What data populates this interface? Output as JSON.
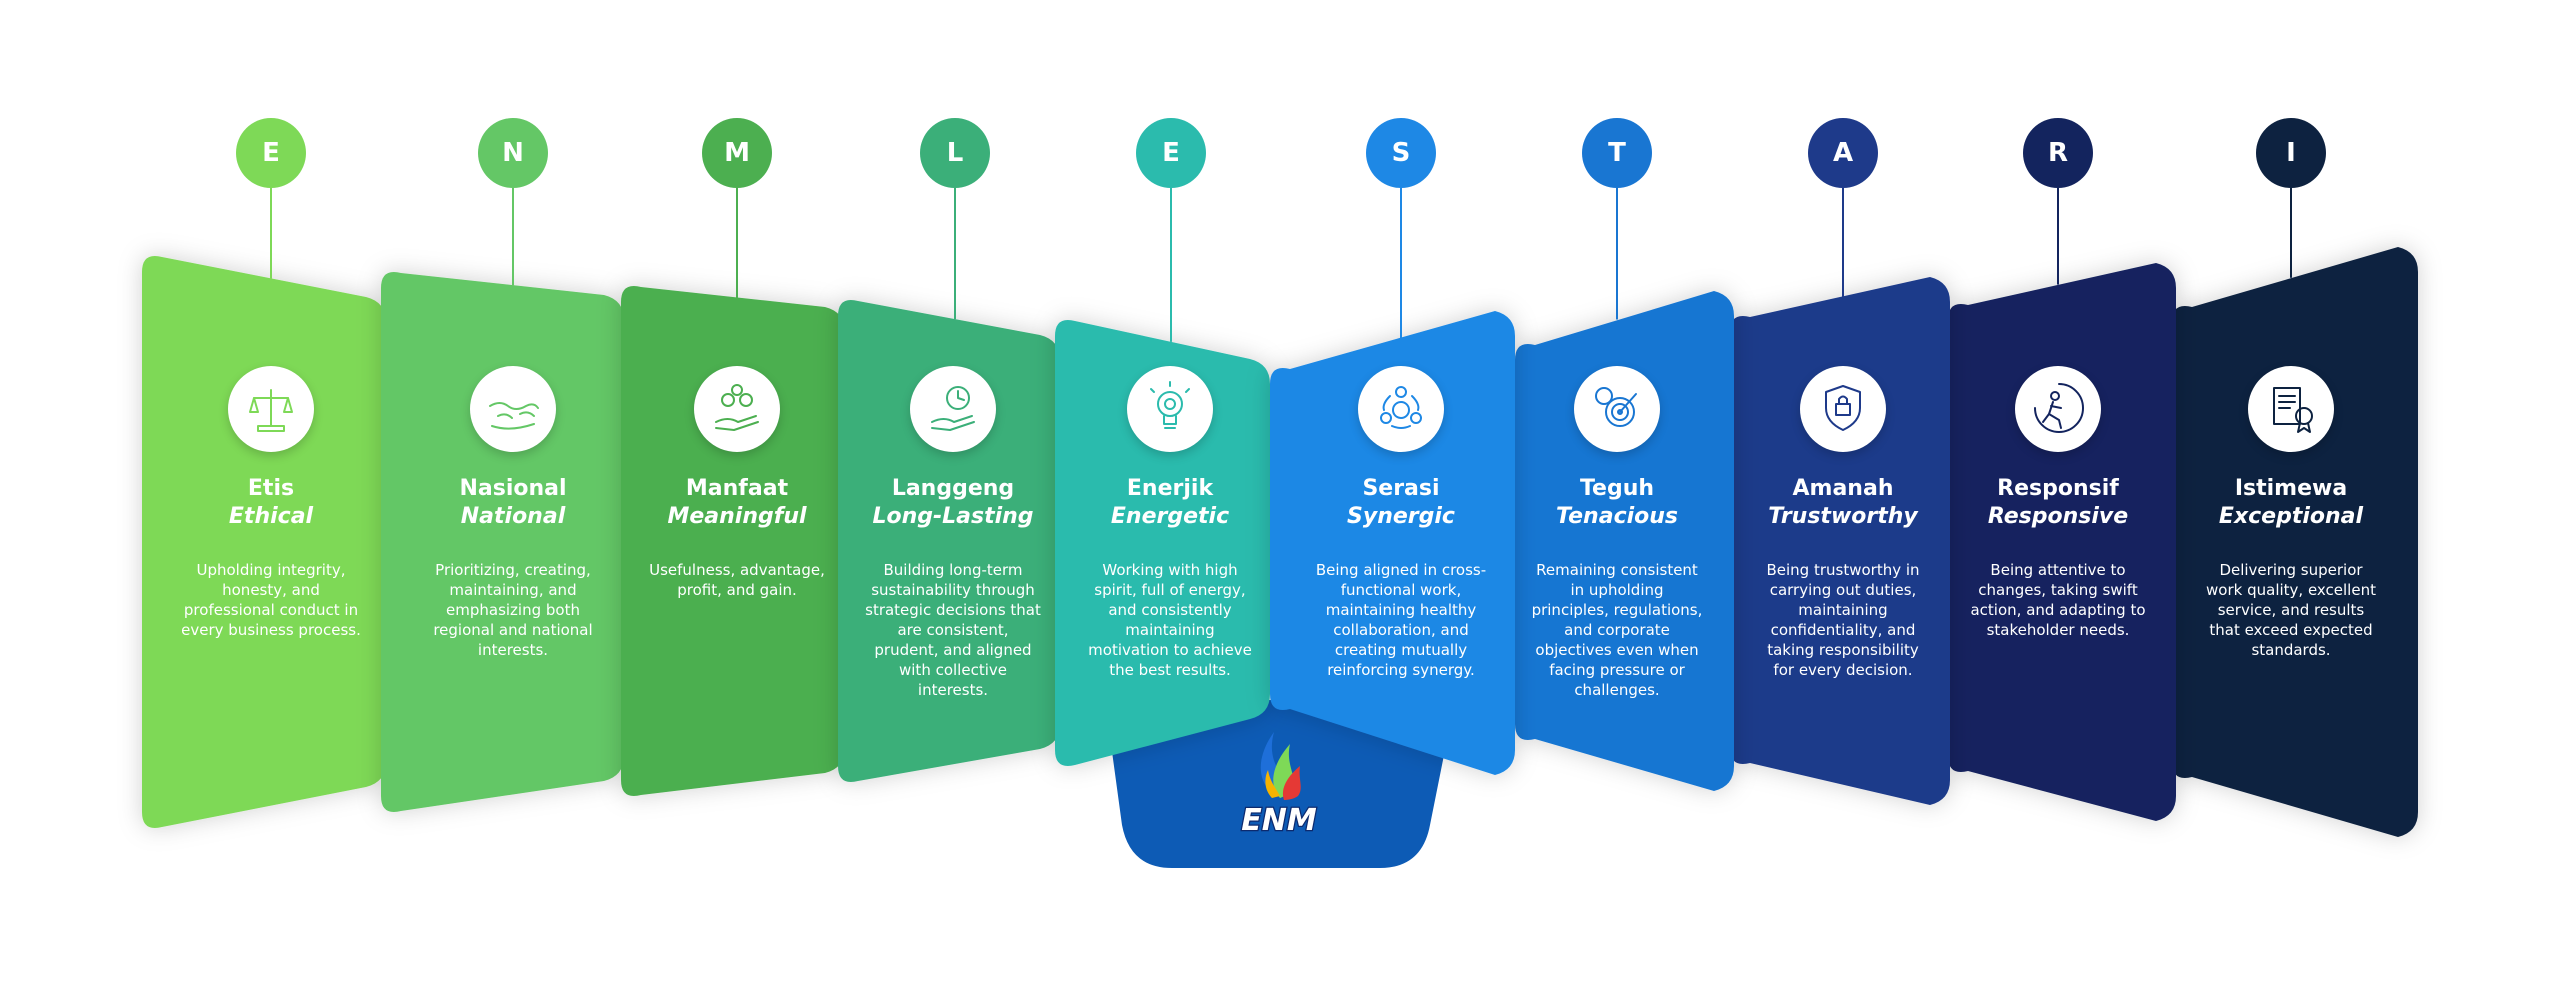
{
  "items": [
    {
      "letter": "E",
      "title": "Etis",
      "subtitle": "Ethical",
      "desc": "Upholding integrity, honesty, and professional conduct in every business process.",
      "color": "#7ED957",
      "icon": "justice-scale-icon"
    },
    {
      "letter": "N",
      "title": "Nasional",
      "subtitle": "National",
      "desc": "Prioritizing, creating, maintaining, and emphasizing both regional and national interests.",
      "color": "#64C766",
      "icon": "indonesia-map-hand-icon"
    },
    {
      "letter": "M",
      "title": "Manfaat",
      "subtitle": "Meaningful",
      "desc": "Usefulness, advantage, profit, and gain.",
      "color": "#4CAF50",
      "icon": "hand-gears-icon"
    },
    {
      "letter": "L",
      "title": "Langgeng",
      "subtitle": "Long-Lasting",
      "desc": "Building long-term sustainability through strategic decisions that are consistent, prudent, and aligned with collective interests.",
      "color": "#3BAF79",
      "icon": "hand-clock-icon"
    },
    {
      "letter": "E",
      "title": "Enerjik",
      "subtitle": "Energetic",
      "desc": "Working with high spirit, full of energy, and consistently maintaining motivation to achieve the best results.",
      "color": "#2BBBAD",
      "icon": "lightbulb-gear-icon"
    },
    {
      "letter": "S",
      "title": "Serasi",
      "subtitle": "Synergic",
      "desc": "Being aligned in cross-functional work, maintaining healthy collaboration, and creating mutually reinforcing synergy.",
      "color": "#1E88E5",
      "icon": "team-cycle-icon"
    },
    {
      "letter": "T",
      "title": "Teguh",
      "subtitle": "Tenacious",
      "desc": "Remaining consistent in upholding principles, regulations, and corporate objectives even when facing pressure or challenges.",
      "color": "#1976D2",
      "icon": "target-gear-icon"
    },
    {
      "letter": "A",
      "title": "Amanah",
      "subtitle": "Trustworthy",
      "desc": "Being trustworthy in carrying out duties, maintaining confidentiality, and taking responsibility for every decision.",
      "color": "#1E3A8A",
      "icon": "shield-handshake-icon"
    },
    {
      "letter": "R",
      "title": "Responsif",
      "subtitle": "Responsive",
      "desc": "Being attentive to changes, taking swift action, and adapting to stakeholder needs.",
      "color": "#13245E",
      "icon": "runner-clock-icon"
    },
    {
      "letter": "I",
      "title": "Istimewa",
      "subtitle": "Exceptional",
      "desc": "Delivering superior work quality, excellent service, and results that exceed expected standards.",
      "color": "#0D2240",
      "icon": "certificate-award-icon"
    }
  ],
  "logo": {
    "text": "ENM",
    "color": "#0D5BB5"
  }
}
